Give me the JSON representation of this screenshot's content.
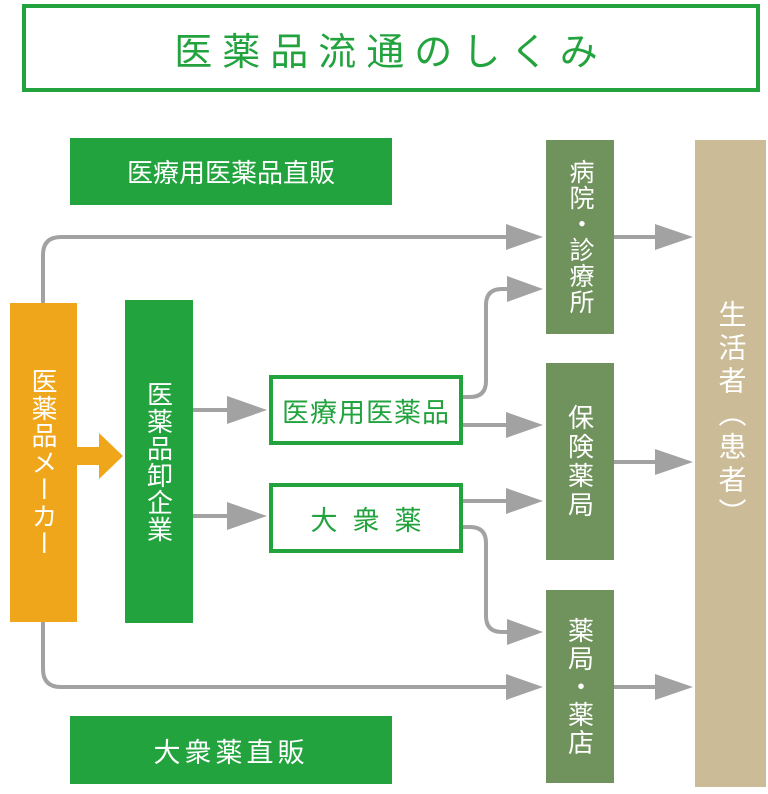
{
  "title": "医薬品流通のしくみ",
  "colors": {
    "green": "#22a33e",
    "orange": "#f0a61b",
    "sage": "#70925c",
    "tan": "#cbbc97",
    "gray": "#a2a2a2",
    "white": "#ffffff"
  },
  "nodes": {
    "direct_rx_label": "医療用医薬品直販",
    "direct_otc_label": "大衆薬直販",
    "maker": "医薬品メーカー",
    "wholesaler": "医薬品卸企業",
    "rx_drugs": "医療用医薬品",
    "otc_drugs": "大衆薬",
    "hospital": "病院・診療所",
    "insurance_pharmacy": "保険薬局",
    "drugstore": "薬局・薬店",
    "consumer": "生活者（患者）"
  },
  "flows": [
    {
      "from": "医薬品メーカー",
      "to": "病院・診療所",
      "via": "医療用医薬品直販"
    },
    {
      "from": "医薬品メーカー",
      "to": "医薬品卸企業"
    },
    {
      "from": "医薬品卸企業",
      "to": "医療用医薬品"
    },
    {
      "from": "医薬品卸企業",
      "to": "大衆薬"
    },
    {
      "from": "医療用医薬品",
      "to": "病院・診療所"
    },
    {
      "from": "医療用医薬品",
      "to": "保険薬局"
    },
    {
      "from": "大衆薬",
      "to": "保険薬局"
    },
    {
      "from": "大衆薬",
      "to": "薬局・薬店"
    },
    {
      "from": "医薬品メーカー",
      "to": "薬局・薬店",
      "via": "大衆薬直販"
    },
    {
      "from": "病院・診療所",
      "to": "生活者（患者）"
    },
    {
      "from": "保険薬局",
      "to": "生活者（患者）"
    },
    {
      "from": "薬局・薬店",
      "to": "生活者（患者）"
    }
  ]
}
